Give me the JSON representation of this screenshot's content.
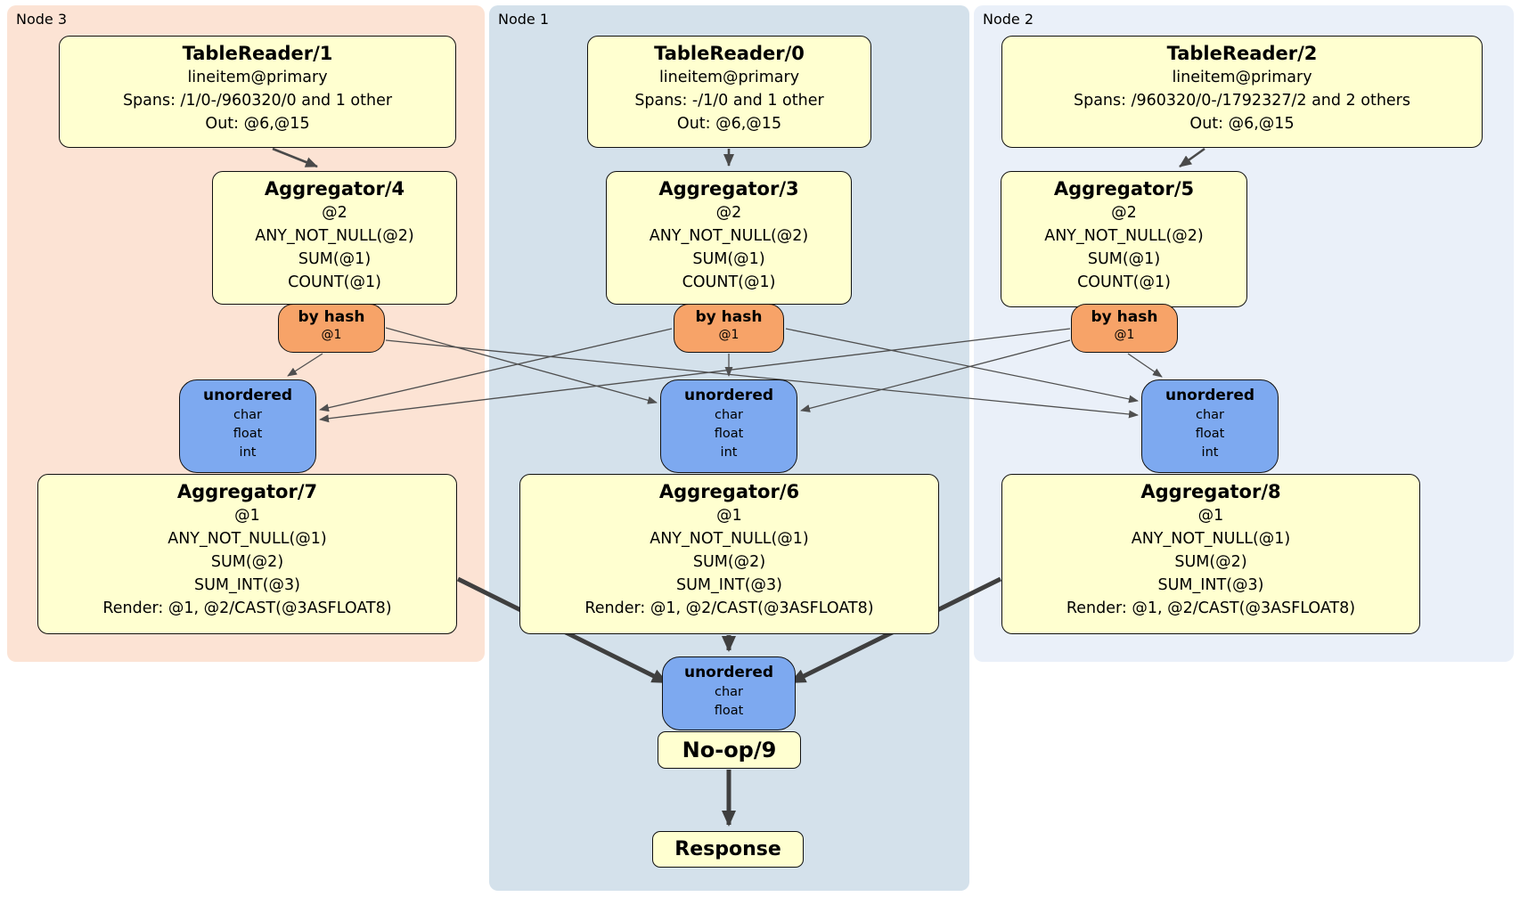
{
  "regions": [
    {
      "label": "Node 3"
    },
    {
      "label": "Node 1"
    },
    {
      "label": "Node 2"
    }
  ],
  "boxes": {
    "tr1": {
      "title": "TableReader/1",
      "lines": [
        "lineitem@primary",
        "Spans: /1/0-/960320/0 and 1 other",
        "Out: @6,@15"
      ]
    },
    "tr0": {
      "title": "TableReader/0",
      "lines": [
        "lineitem@primary",
        "Spans: -/1/0 and 1 other",
        "Out: @6,@15"
      ]
    },
    "tr2": {
      "title": "TableReader/2",
      "lines": [
        "lineitem@primary",
        "Spans: /960320/0-/1792327/2 and 2 others",
        "Out: @6,@15"
      ]
    },
    "agg4": {
      "title": "Aggregator/4",
      "lines": [
        "@2",
        "ANY_NOT_NULL(@2)",
        "SUM(@1)",
        "COUNT(@1)"
      ]
    },
    "agg3": {
      "title": "Aggregator/3",
      "lines": [
        "@2",
        "ANY_NOT_NULL(@2)",
        "SUM(@1)",
        "COUNT(@1)"
      ]
    },
    "agg5": {
      "title": "Aggregator/5",
      "lines": [
        "@2",
        "ANY_NOT_NULL(@2)",
        "SUM(@1)",
        "COUNT(@1)"
      ]
    },
    "agg7": {
      "title": "Aggregator/7",
      "lines": [
        "@1",
        "ANY_NOT_NULL(@1)",
        "SUM(@2)",
        "SUM_INT(@3)",
        "Render: @1, @2/CAST(@3ASFLOAT8)"
      ]
    },
    "agg6": {
      "title": "Aggregator/6",
      "lines": [
        "@1",
        "ANY_NOT_NULL(@1)",
        "SUM(@2)",
        "SUM_INT(@3)",
        "Render: @1, @2/CAST(@3ASFLOAT8)"
      ]
    },
    "agg8": {
      "title": "Aggregator/8",
      "lines": [
        "@1",
        "ANY_NOT_NULL(@1)",
        "SUM(@2)",
        "SUM_INT(@3)",
        "Render: @1, @2/CAST(@3ASFLOAT8)"
      ]
    },
    "router3": {
      "title": "by hash",
      "lines": [
        "@1"
      ]
    },
    "router1": {
      "title": "by hash",
      "lines": [
        "@1"
      ]
    },
    "router2": {
      "title": "by hash",
      "lines": [
        "@1"
      ]
    },
    "sync3": {
      "title": "unordered",
      "lines": [
        "char",
        "float",
        "int"
      ]
    },
    "sync1": {
      "title": "unordered",
      "lines": [
        "char",
        "float",
        "int"
      ]
    },
    "sync2": {
      "title": "unordered",
      "lines": [
        "char",
        "float",
        "int"
      ]
    },
    "syncFinal": {
      "title": "unordered",
      "lines": [
        "char",
        "float"
      ]
    },
    "noop": {
      "title": "No-op/9"
    },
    "response": {
      "title": "Response"
    }
  },
  "colors": {
    "node3_bg": "#fce3d4",
    "node1_bg": "#d4e1eb",
    "node2_bg": "#eaf0f9",
    "processor_fill": "#ffffd0",
    "router_fill": "#f7a368",
    "sync_fill": "#7da9f0",
    "edge_thin": "#4f4f4f",
    "edge_thick": "#3f3f3f"
  }
}
